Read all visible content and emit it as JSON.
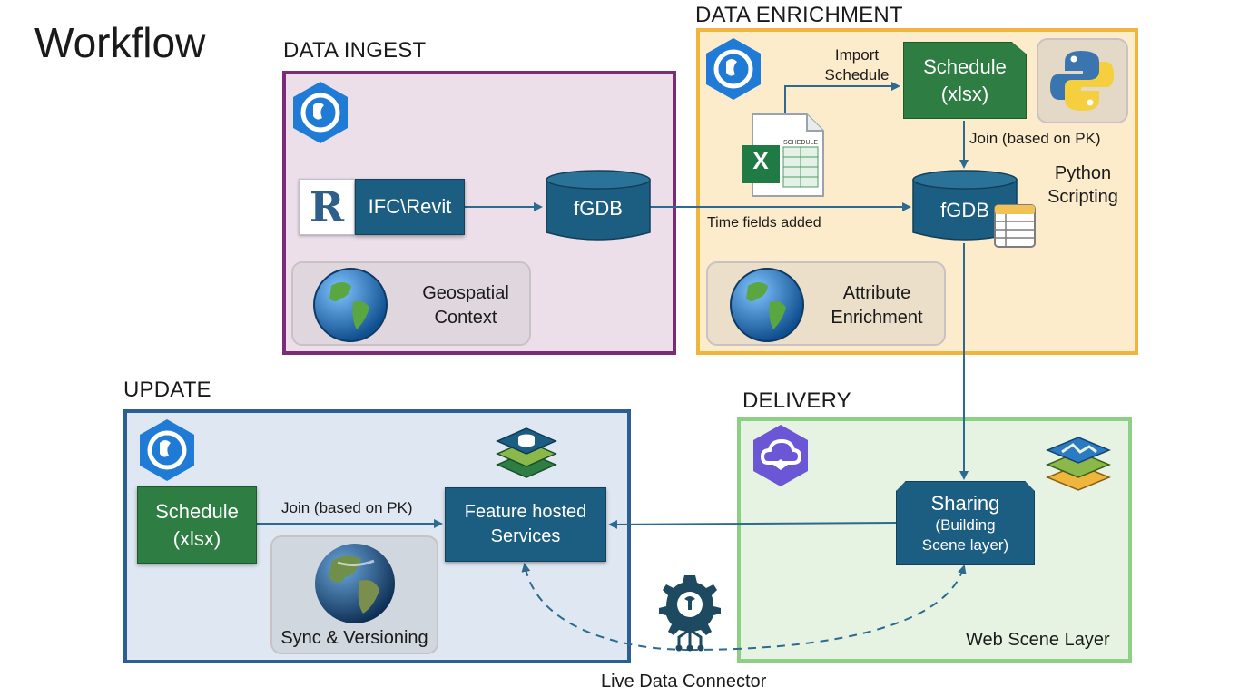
{
  "title": "Workflow",
  "sections": {
    "ingest": "DATA INGEST",
    "enrichment": "DATA ENRICHMENT",
    "update": "UPDATE",
    "delivery": "DELIVERY"
  },
  "ingest": {
    "revit_label": "IFC\\Revit",
    "revit_letter": "R",
    "fgdb_label": "fGDB",
    "context_line1": "Geospatial",
    "context_line2": "Context"
  },
  "enrichment": {
    "import_line1": "Import",
    "import_line2": "Schedule",
    "schedule_line1": "Schedule",
    "schedule_line2": "(xlsx)",
    "join_label": "Join (based on PK)",
    "python_line1": "Python",
    "python_line2": "Scripting",
    "fgdb_label": "fGDB",
    "time_fields_label": "Time fields added",
    "attr_line1": "Attribute",
    "attr_line2": "Enrichment",
    "excel_letter": "X",
    "excel_sheet_tag": "SCHEDULE"
  },
  "update": {
    "schedule_line1": "Schedule",
    "schedule_line2": "(xlsx)",
    "join_label": "Join (based on PK)",
    "feature_line1": "Feature hosted",
    "feature_line2": "Services",
    "sync_label": "Sync & Versioning"
  },
  "delivery": {
    "sharing_line1": "Sharing",
    "sharing_line2": "(Building",
    "sharing_line3": "Scene layer)",
    "web_scene_label": "Web Scene Layer"
  },
  "connector_label": "Live Data Connector",
  "icons": {
    "pro_badge": "arcgis-pro-icon",
    "online_badge": "arcgis-online-icon",
    "globe": "globe-icon",
    "python": "python-icon",
    "excel": "excel-icon",
    "revit": "revit-icon",
    "layers": "layers-icon",
    "gear": "gear-connector-icon",
    "table": "table-icon"
  },
  "colors": {
    "ingest_border": "#7a2d77",
    "enrich_border": "#f0b53c",
    "update_border": "#2b5f93",
    "delivery_border": "#8dcf85",
    "node_blue": "#1c5d82",
    "node_green": "#2e7d43",
    "arrow": "#2d6a8f"
  }
}
